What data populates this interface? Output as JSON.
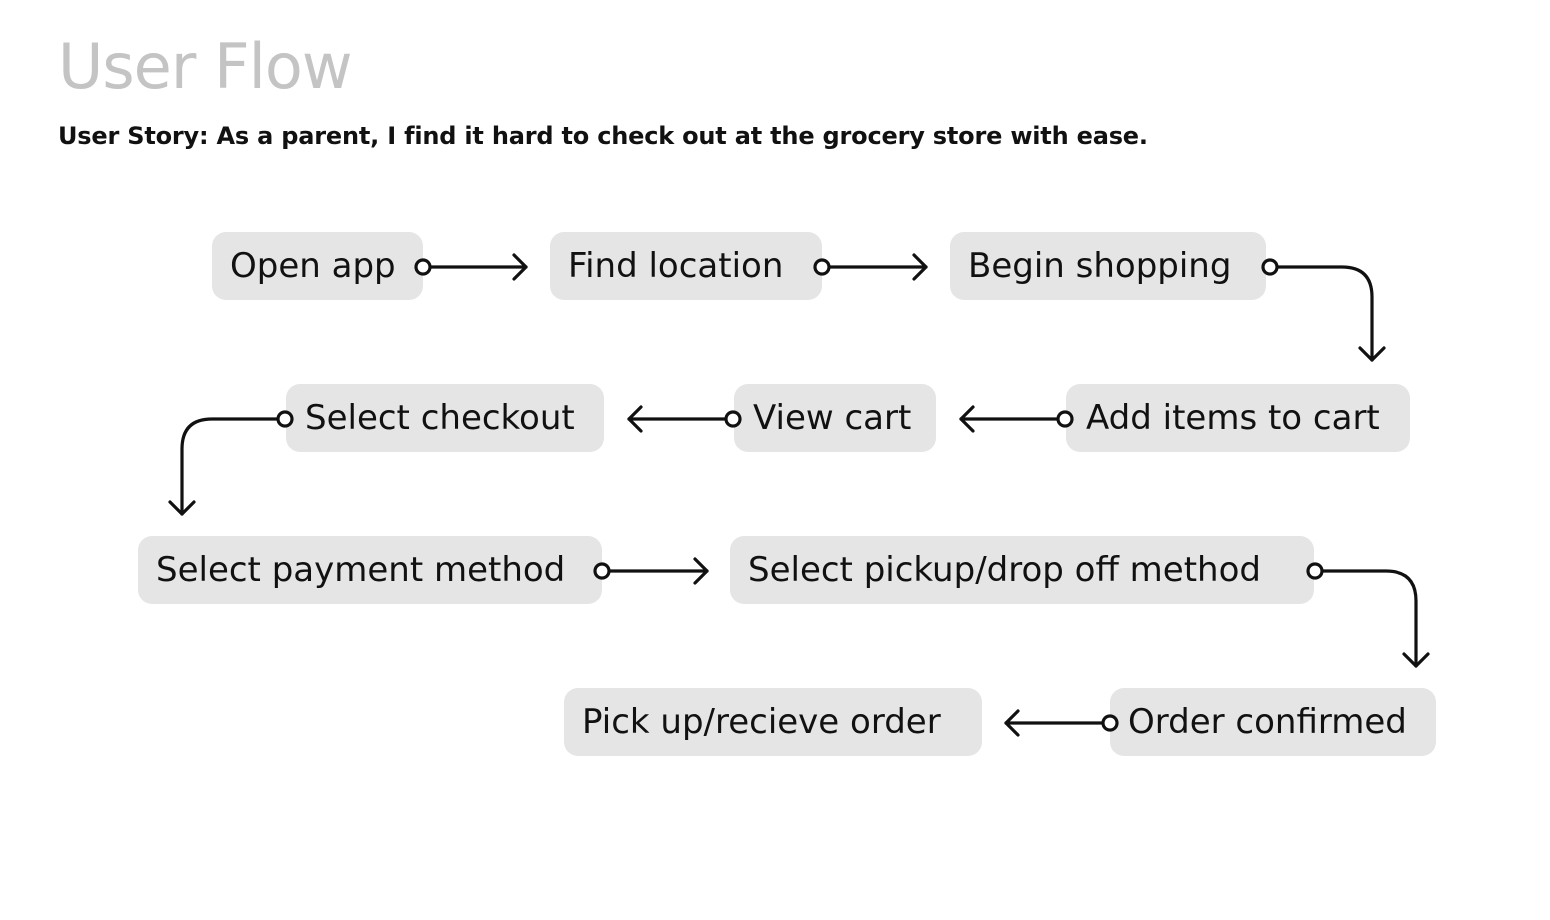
{
  "title": "User Flow",
  "user_story": "User Story: As a parent, I find it hard to check out at the grocery store with ease.",
  "steps": [
    {
      "label": "Open app"
    },
    {
      "label": "Find location"
    },
    {
      "label": "Begin shopping"
    },
    {
      "label": "Add items to cart"
    },
    {
      "label": "View cart"
    },
    {
      "label": "Select checkout"
    },
    {
      "label": "Select payment method"
    },
    {
      "label": "Select pickup/drop off method"
    },
    {
      "label": "Order confirmed"
    },
    {
      "label": "Pick up/recieve order"
    }
  ],
  "connector_color": "#111111",
  "step_background": "#e5e5e5",
  "title_color": "#c4c4c4"
}
